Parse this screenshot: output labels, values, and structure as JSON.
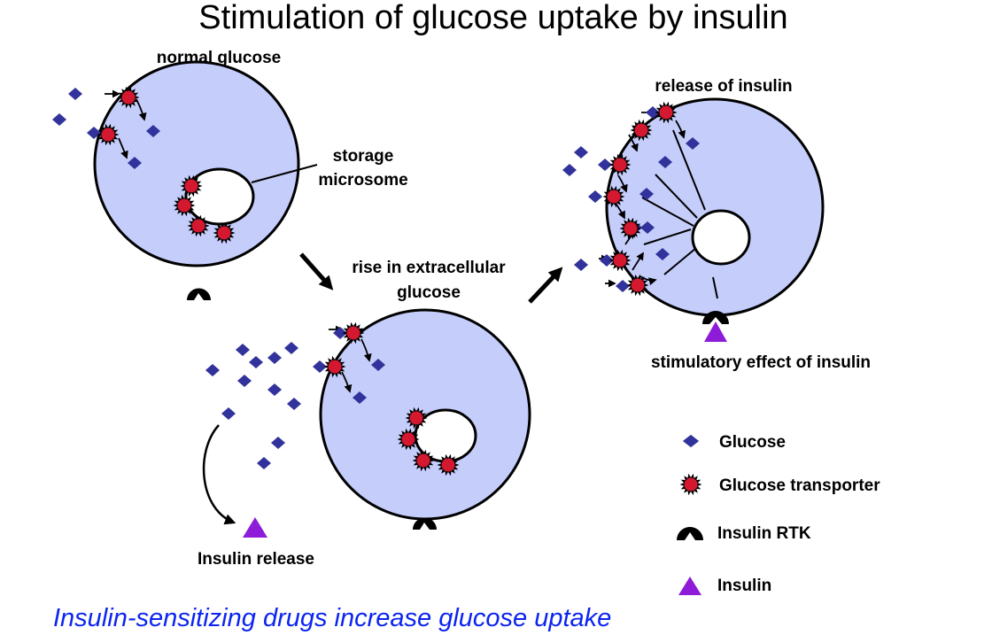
{
  "title": "Stimulation of glucose uptake by insulin",
  "caption": "Insulin-sensitizing drugs increase glucose uptake",
  "labels": {
    "normal_glucose": "normal glucose",
    "storage_line1": "storage",
    "storage_line2": "microsome",
    "rise_line1": "rise in extracellular",
    "rise_line2": "glucose",
    "release_of_insulin": "release of insulin",
    "stimulatory": "stimulatory effect of insulin",
    "insulin_release": "Insulin release"
  },
  "legend": [
    {
      "shape": "glucose-diamond",
      "label": "Glucose"
    },
    {
      "shape": "transporter-starburst",
      "label": "Glucose transporter"
    },
    {
      "shape": "insulin-rtk",
      "label": "Insulin RTK"
    },
    {
      "shape": "insulin-triangle",
      "label": "Insulin"
    }
  ],
  "colors": {
    "cell_fill": "#c5cdfb",
    "glucose": "#31329b",
    "transporter": "#d3182f",
    "insulin": "#8d1bd8",
    "caption": "#0b24f0",
    "outline": "#000000"
  }
}
